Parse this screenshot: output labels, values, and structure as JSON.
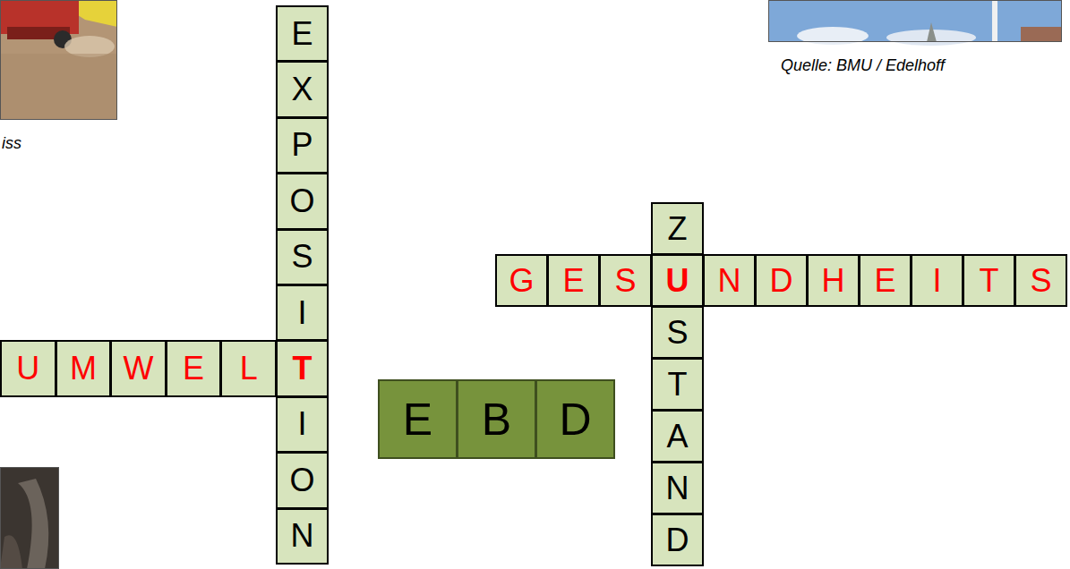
{
  "diagram": {
    "nodes": [
      {
        "text": [
          "E"
        ]
      },
      {
        "text": [
          "X"
        ]
      },
      {
        "text": [
          "P"
        ]
      },
      {
        "text": [
          "O"
        ]
      },
      {
        "text": [
          "S"
        ]
      },
      {
        "text": [
          "I"
        ]
      },
      {
        "text": [
          "T"
        ]
      },
      {
        "text": [
          "I"
        ]
      },
      {
        "text": [
          "O"
        ]
      },
      {
        "text": [
          "N"
        ]
      },
      {
        "text": [
          "U"
        ]
      },
      {
        "text": [
          "M"
        ]
      },
      {
        "text": [
          "W"
        ]
      },
      {
        "text": [
          "E"
        ]
      },
      {
        "text": [
          "L"
        ]
      },
      {
        "text": [
          "Z"
        ]
      },
      {
        "text": [
          "U"
        ]
      },
      {
        "text": [
          "S"
        ]
      },
      {
        "text": [
          "T"
        ]
      },
      {
        "text": [
          "A"
        ]
      },
      {
        "text": [
          "N"
        ]
      },
      {
        "text": [
          "D"
        ]
      },
      {
        "text": [
          "G"
        ]
      },
      {
        "text": [
          "E"
        ]
      },
      {
        "text": [
          "S"
        ]
      },
      {
        "text": [
          "N"
        ]
      },
      {
        "text": [
          "D"
        ]
      },
      {
        "text": [
          "H"
        ]
      },
      {
        "text": [
          "E"
        ]
      },
      {
        "text": [
          "I"
        ]
      },
      {
        "text": [
          "T"
        ]
      },
      {
        "text": [
          "S"
        ]
      },
      {
        "text": [
          "E"
        ]
      },
      {
        "text": [
          "B"
        ]
      },
      {
        "text": [
          "D"
        ]
      }
    ],
    "labels": [
      "iss",
      "Quelle: BMU / Edelhoff"
    ]
  }
}
